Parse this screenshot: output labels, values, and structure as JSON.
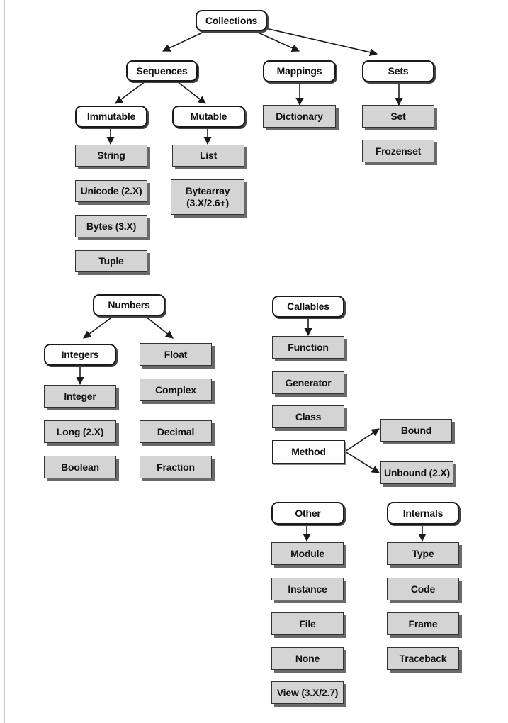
{
  "nodes": {
    "collections": "Collections",
    "sequences": "Sequences",
    "mappings": "Mappings",
    "sets": "Sets",
    "immutable": "Immutable",
    "mutable": "Mutable",
    "string": "String",
    "unicode": "Unicode  (2.X)",
    "bytes": "Bytes (3.X)",
    "tuple": "Tuple",
    "list": "List",
    "bytearray_line1": "Bytearray",
    "bytearray_line2": "(3.X/2.6+)",
    "dictionary": "Dictionary",
    "set": "Set",
    "frozenset": "Frozenset",
    "numbers": "Numbers",
    "integers": "Integers",
    "float": "Float",
    "integer": "Integer",
    "long": "Long (2.X)",
    "boolean": "Boolean",
    "complex": "Complex",
    "decimal": "Decimal",
    "fraction": "Fraction",
    "callables": "Callables",
    "function": "Function",
    "generator": "Generator",
    "class": "Class",
    "method": "Method",
    "bound": "Bound",
    "unbound": "Unbound (2.X)",
    "other": "Other",
    "module": "Module",
    "instance": "Instance",
    "file": "File",
    "none": "None",
    "view": "View (3.X/2.7)",
    "internals": "Internals",
    "type": "Type",
    "code": "Code",
    "frame": "Frame",
    "traceback": "Traceback"
  },
  "colors": {
    "line": "#1a1a1a",
    "leaf_fill": "#d4d4d4",
    "leaf_shadow": "#6a6a6a"
  }
}
